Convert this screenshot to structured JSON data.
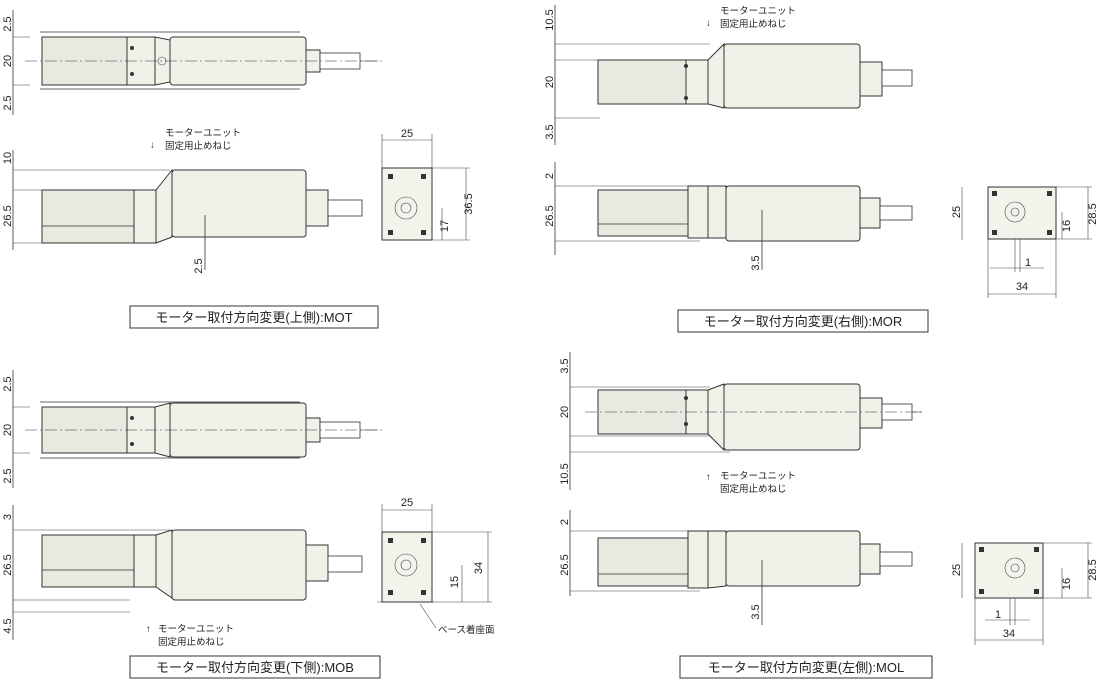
{
  "captions": {
    "mot": "モーター取付方向変更(上側):MOT",
    "mor": "モーター取付方向変更(右側):MOR",
    "mob": "モーター取付方向変更(下側):MOB",
    "mol": "モーター取付方向変更(左側):MOL"
  },
  "notes": {
    "screw_line1": "モーターユニット",
    "screw_line2": "固定用止めねじ",
    "arrow_down": "↓",
    "arrow_up": "↑",
    "base_surface": "ベース着座面"
  },
  "dims": {
    "mot_top": [
      "2.5",
      "20",
      "2.5"
    ],
    "mot_side": [
      "10",
      "26.5",
      "2.5"
    ],
    "mot_end": [
      "25",
      "36.5",
      "17"
    ],
    "mor_top": [
      "10.5",
      "20",
      "3.5"
    ],
    "mor_side": [
      "2",
      "26.5",
      "3.5"
    ],
    "mor_end": [
      "25",
      "28.5",
      "16",
      "1",
      "34"
    ],
    "mob_top": [
      "2.5",
      "20",
      "2.5"
    ],
    "mob_side": [
      "3",
      "26.5",
      "4.5"
    ],
    "mob_end": [
      "25",
      "34",
      "15"
    ],
    "mol_top": [
      "3.5",
      "20",
      "10.5"
    ],
    "mol_side": [
      "2",
      "26.5",
      "3.5"
    ],
    "mol_end": [
      "25",
      "28.5",
      "16",
      "1",
      "34"
    ]
  }
}
